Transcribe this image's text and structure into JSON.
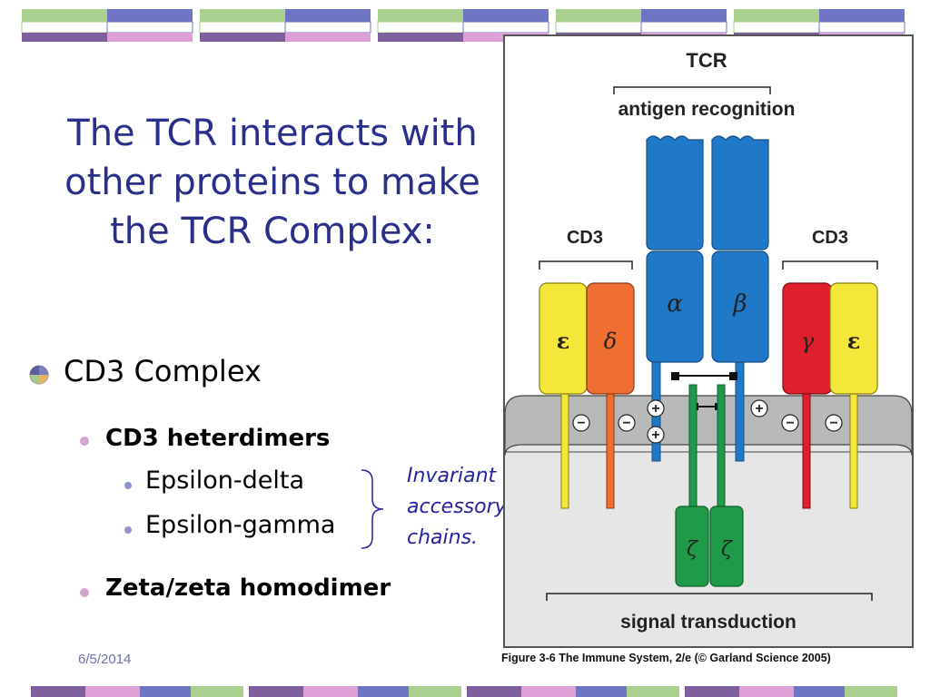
{
  "slide": {
    "title_line1": "The TCR interacts with",
    "title_line2": "other proteins to make",
    "title_line3": "the TCR Complex:",
    "bullet1": "CD3 Complex",
    "bullet1a": "CD3 heterdimers",
    "bullet1a_i": "Epsilon-delta",
    "bullet1a_ii": "Epsilon-gamma",
    "bullet1b": "Zeta/zeta homodimer",
    "annotation_line1": "Invariant",
    "annotation_line2": "accessory",
    "annotation_line3": "chains.",
    "date": "6/5/2014"
  },
  "figure": {
    "label_tcr": "TCR",
    "label_antigen": "antigen recognition",
    "label_cd3_left": "CD3",
    "label_cd3_right": "CD3",
    "label_signal": "signal transduction",
    "chain_alpha": "α",
    "chain_beta": "β",
    "chain_epsilon_left": "ε",
    "chain_delta": "δ",
    "chain_gamma": "γ",
    "chain_epsilon_right": "ε",
    "chain_zeta_1": "ζ",
    "chain_zeta_2": "ζ",
    "plus_sign": "+",
    "minus_sign": "−",
    "caption": "Figure 3-6  The Immune System, 2/e (© Garland Science 2005)"
  },
  "colors": {
    "title_blue": "#2b2f8c",
    "tcr_blue": "#1f78c8",
    "epsilon_yellow": "#f5e63a",
    "delta_orange": "#ef6f33",
    "gamma_red": "#e01f2c",
    "zeta_green": "#1e9a48",
    "membrane_gray": "#b7b8b8",
    "cytoplasm_gray": "#e6e6e6"
  }
}
